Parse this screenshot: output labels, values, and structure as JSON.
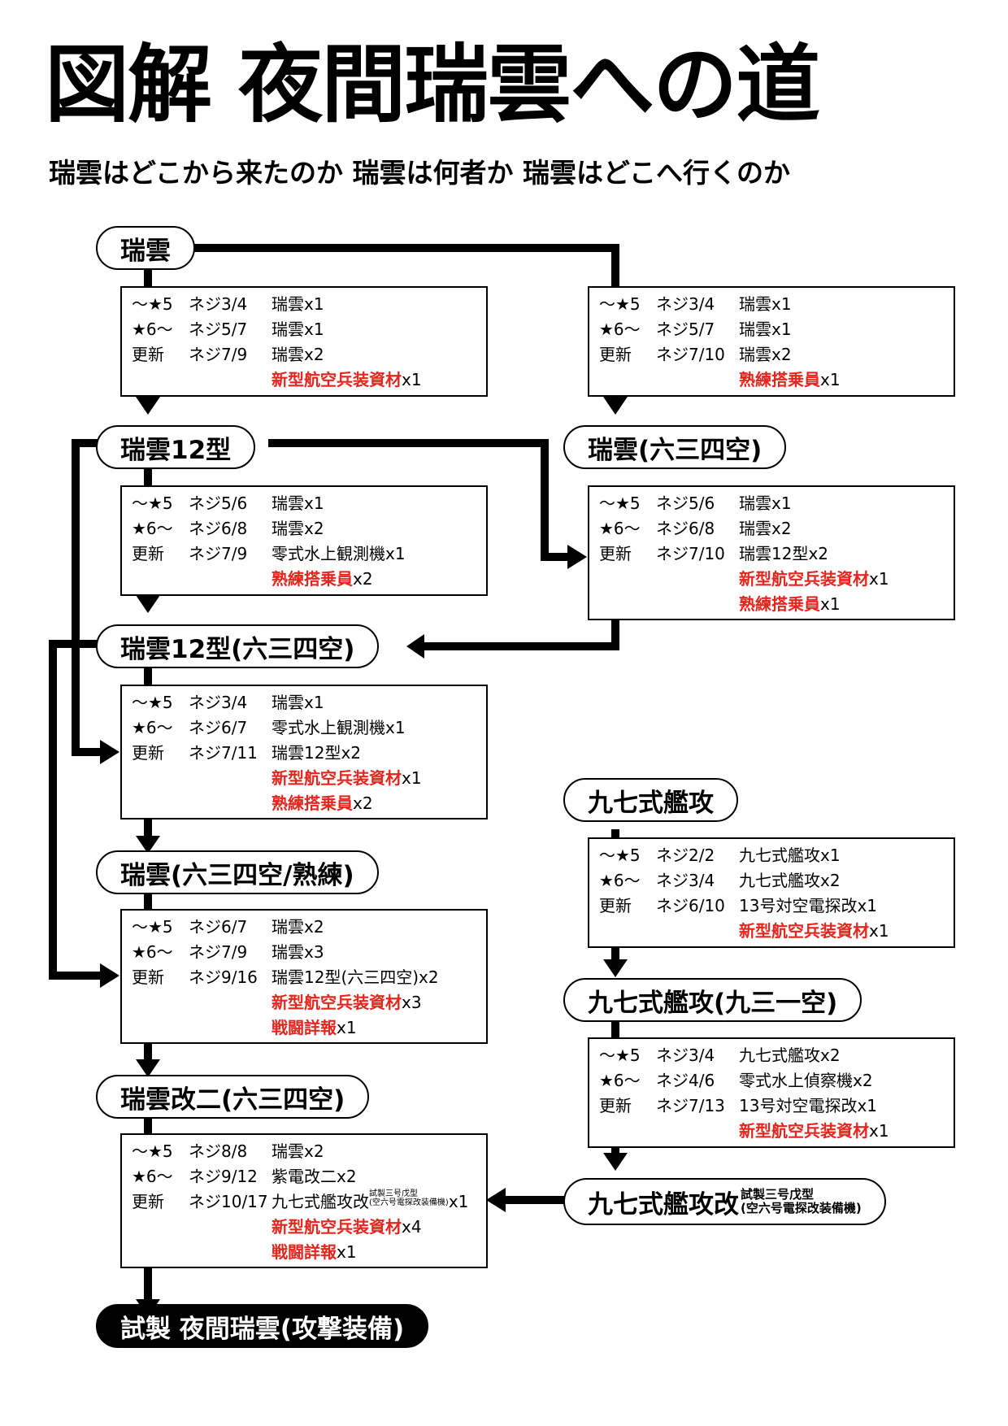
{
  "header": {
    "title": "図解 夜間瑞雲への道",
    "subtitle": "瑞雲はどこから来たのか 瑞雲は何者か 瑞雲はどこへ行くのか"
  },
  "nodes": {
    "zuiun": "瑞雲",
    "zuiun_634": "瑞雲(六三四空)",
    "zuiun12": "瑞雲12型",
    "zuiun12_634": "瑞雲12型(六三四空)",
    "zuiun_634_skilled": "瑞雲(六三四空/熟練)",
    "zuiun_kai2": "瑞雲改二(六三四空)",
    "type97": "九七式艦攻",
    "type97_931": "九七式艦攻(九三一空)",
    "type97_kai": "九七式艦攻改",
    "type97_kai_sub1": "試製三号戊型",
    "type97_kai_sub2": "(空六号電探改装備機)",
    "final": "試製 夜間瑞雲(攻撃装備)"
  },
  "boxes": {
    "zuiun_to_12": [
      {
        "c1": "～★5",
        "c2": "ネジ3/4",
        "c3": "瑞雲x1"
      },
      {
        "c1": "★6～",
        "c2": "ネジ5/7",
        "c3": "瑞雲x1"
      },
      {
        "c1": "更新",
        "c2": "ネジ7/9",
        "c3": "瑞雲x2"
      },
      {
        "red": "新型航空兵装資材",
        "suffix": "x1"
      }
    ],
    "zuiun_to_634": [
      {
        "c1": "～★5",
        "c2": "ネジ3/4",
        "c3": "瑞雲x1"
      },
      {
        "c1": "★6～",
        "c2": "ネジ5/7",
        "c3": "瑞雲x1"
      },
      {
        "c1": "更新",
        "c2": "ネジ7/10",
        "c3": "瑞雲x2"
      },
      {
        "red": "熟練搭乗員",
        "suffix": "x1"
      }
    ],
    "z12_to_z12_634": [
      {
        "c1": "～★5",
        "c2": "ネジ5/6",
        "c3": "瑞雲x1"
      },
      {
        "c1": "★6～",
        "c2": "ネジ6/8",
        "c3": "瑞雲x2"
      },
      {
        "c1": "更新",
        "c2": "ネジ7/9",
        "c3": "零式水上観測機x1"
      },
      {
        "red": "熟練搭乗員",
        "suffix": "x2"
      }
    ],
    "z634_to_z12_634": [
      {
        "c1": "～★5",
        "c2": "ネジ5/6",
        "c3": "瑞雲x1"
      },
      {
        "c1": "★6～",
        "c2": "ネジ6/8",
        "c3": "瑞雲x2"
      },
      {
        "c1": "更新",
        "c2": "ネジ7/10",
        "c3": "瑞雲12型x2"
      },
      {
        "red": "新型航空兵装資材",
        "suffix": "x1"
      },
      {
        "red": "熟練搭乗員",
        "suffix": "x1"
      }
    ],
    "z12_634_to_skilled": [
      {
        "c1": "～★5",
        "c2": "ネジ3/4",
        "c3": "瑞雲x1"
      },
      {
        "c1": "★6～",
        "c2": "ネジ6/7",
        "c3": "零式水上観測機x1"
      },
      {
        "c1": "更新",
        "c2": "ネジ7/11",
        "c3": "瑞雲12型x2"
      },
      {
        "red": "新型航空兵装資材",
        "suffix": "x1"
      },
      {
        "red": "熟練搭乗員",
        "suffix": "x2"
      }
    ],
    "skilled_to_kai2": [
      {
        "c1": "～★5",
        "c2": "ネジ6/7",
        "c3": "瑞雲x2"
      },
      {
        "c1": "★6～",
        "c2": "ネジ7/9",
        "c3": "瑞雲x3"
      },
      {
        "c1": "更新",
        "c2": "ネジ9/16",
        "c3": "瑞雲12型(六三四空)x2"
      },
      {
        "red": "新型航空兵装資材",
        "suffix": "x3"
      },
      {
        "red": "戦闘詳報",
        "suffix": "x1"
      }
    ],
    "kai2_to_final": [
      {
        "c1": "～★5",
        "c2": "ネジ8/8",
        "c3": "瑞雲x2"
      },
      {
        "c1": "★6～",
        "c2": "ネジ9/12",
        "c3": "紫電改二x2"
      },
      {
        "c1": "更新",
        "c2": "ネジ10/17",
        "c3": "九七式艦攻改",
        "c3_small1": "試製三号戊型",
        "c3_small2": "(空六号電探改装備機)",
        "c3_end": "x1"
      },
      {
        "red": "新型航空兵装資材",
        "suffix": "x4"
      },
      {
        "red": "戦闘詳報",
        "suffix": "x1"
      }
    ],
    "t97_to_931": [
      {
        "c1": "～★5",
        "c2": "ネジ2/2",
        "c3": "九七式艦攻x1"
      },
      {
        "c1": "★6～",
        "c2": "ネジ3/4",
        "c3": "九七式艦攻x2"
      },
      {
        "c1": "更新",
        "c2": "ネジ6/10",
        "c3": "13号対空電探改x1"
      },
      {
        "red": "新型航空兵装資材",
        "suffix": "x1"
      }
    ],
    "t931_to_kai": [
      {
        "c1": "～★5",
        "c2": "ネジ3/4",
        "c3": "九七式艦攻x2"
      },
      {
        "c1": "★6～",
        "c2": "ネジ4/6",
        "c3": "零式水上偵察機x2"
      },
      {
        "c1": "更新",
        "c2": "ネジ7/13",
        "c3": "13号対空電探改x1"
      },
      {
        "red": "新型航空兵装資材",
        "suffix": "x1"
      }
    ]
  }
}
